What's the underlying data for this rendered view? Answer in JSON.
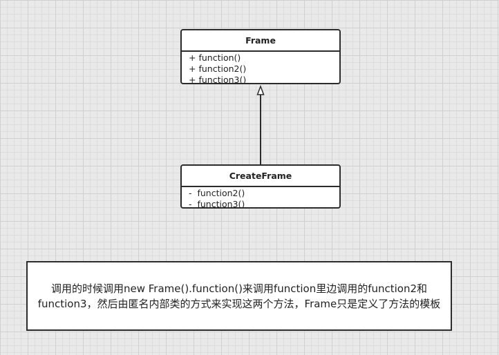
{
  "diagram": {
    "frame": {
      "name": "Frame",
      "members": [
        "+ function()",
        "+ function2()",
        "+ function3()"
      ]
    },
    "create_frame": {
      "name": "CreateFrame",
      "members": [
        "-  function2()",
        "-  function3()"
      ]
    },
    "relation": "inheritance",
    "note": "调用的时候调用new Frame().function()来调用function里边调用的function2和function3，然后由匿名内部类的方式来实现这两个方法，Frame只是定义了方法的模板"
  }
}
